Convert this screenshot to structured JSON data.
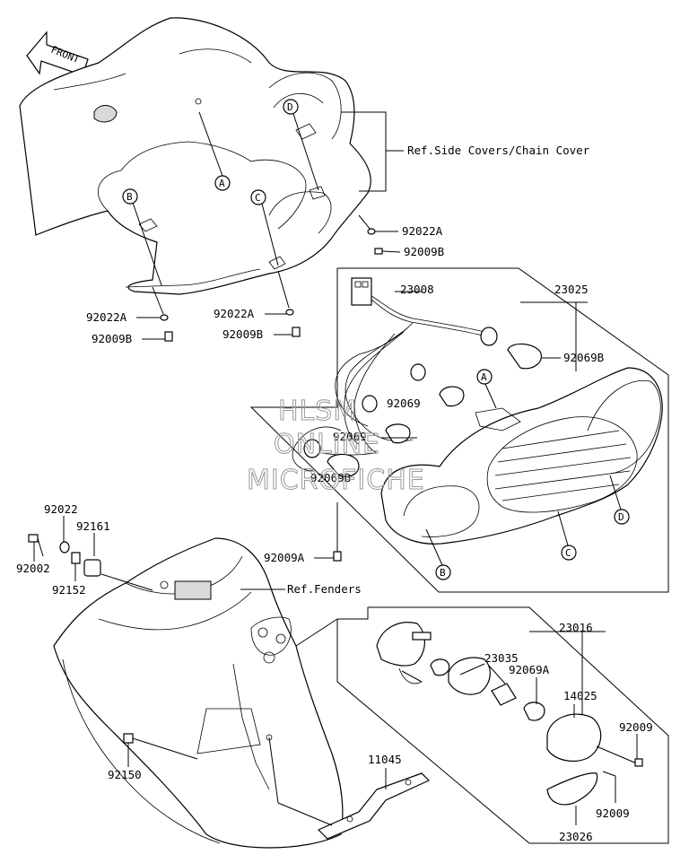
{
  "front_label": "FRONT",
  "watermark": [
    "HLSM",
    "ONLINE",
    "MICROFICHE"
  ],
  "refs": {
    "side_covers": "Ref.Side Covers/Chain Cover",
    "fenders": "Ref.Fenders"
  },
  "callout_letters": [
    "A",
    "B",
    "C",
    "D"
  ],
  "parts": {
    "p92022A_1": "92022A",
    "p92009B_1": "92009B",
    "p92022A_2": "92022A",
    "p92009B_2": "92009B",
    "p92022A_3": "92022A",
    "p92009B_3": "92009B",
    "p23008": "23008",
    "p23025": "23025",
    "p92069B_1": "92069B",
    "p92069_1": "92069",
    "p92069_2": "92069",
    "p92069B_2": "92069B",
    "p92009A": "92009A",
    "p92022": "92022",
    "p92161": "92161",
    "p92002": "92002",
    "p92152": "92152",
    "p23016": "23016",
    "p23035": "23035",
    "p92069A": "92069A",
    "p14025": "14025",
    "p92009_1": "92009",
    "p92009_2": "92009",
    "p92150": "92150",
    "p11045": "11045",
    "p23026": "23026"
  }
}
